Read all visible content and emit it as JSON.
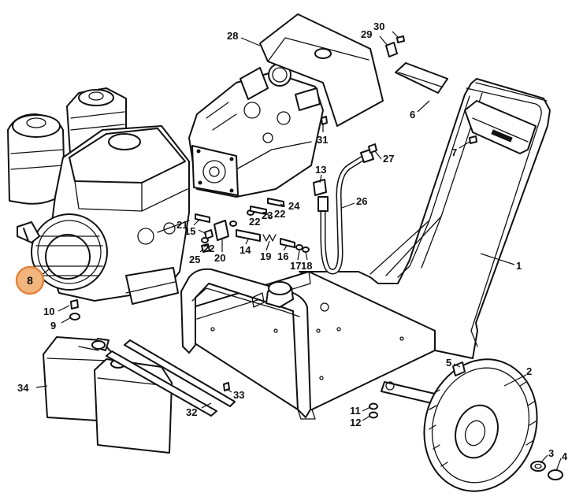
{
  "diagram": {
    "highlight_color": "#F3B57E",
    "highlight_stroke": "#E2843A",
    "highlighted_part": "8",
    "callouts": [
      {
        "id": "1",
        "label": "1"
      },
      {
        "id": "2",
        "label": "2"
      },
      {
        "id": "3",
        "label": "3"
      },
      {
        "id": "4",
        "label": "4"
      },
      {
        "id": "5",
        "label": "5"
      },
      {
        "id": "6",
        "label": "6"
      },
      {
        "id": "7",
        "label": "7"
      },
      {
        "id": "8",
        "label": "8"
      },
      {
        "id": "9",
        "label": "9"
      },
      {
        "id": "10",
        "label": "10"
      },
      {
        "id": "11",
        "label": "11"
      },
      {
        "id": "12",
        "label": "12"
      },
      {
        "id": "13",
        "label": "13"
      },
      {
        "id": "14",
        "label": "14"
      },
      {
        "id": "15",
        "label": "15"
      },
      {
        "id": "16",
        "label": "16"
      },
      {
        "id": "17",
        "label": "17"
      },
      {
        "id": "18",
        "label": "18"
      },
      {
        "id": "19",
        "label": "19"
      },
      {
        "id": "20",
        "label": "20"
      },
      {
        "id": "21",
        "label": "21"
      },
      {
        "id": "22a",
        "label": "22"
      },
      {
        "id": "22b",
        "label": "22"
      },
      {
        "id": "22c",
        "label": "22"
      },
      {
        "id": "23",
        "label": "23"
      },
      {
        "id": "24",
        "label": "24"
      },
      {
        "id": "25",
        "label": "25"
      },
      {
        "id": "26",
        "label": "26"
      },
      {
        "id": "27",
        "label": "27"
      },
      {
        "id": "28",
        "label": "28"
      },
      {
        "id": "29",
        "label": "29"
      },
      {
        "id": "30",
        "label": "30"
      },
      {
        "id": "31",
        "label": "31"
      },
      {
        "id": "32",
        "label": "32"
      },
      {
        "id": "33",
        "label": "33"
      },
      {
        "id": "34",
        "label": "34"
      }
    ]
  }
}
